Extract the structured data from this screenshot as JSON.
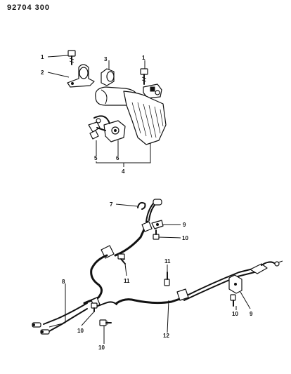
{
  "header": {
    "code": "92704  300"
  },
  "callouts": [
    "1",
    "2",
    "3",
    "1",
    "5",
    "6",
    "4",
    "7",
    "9",
    "10",
    "11",
    "11",
    "8",
    "10",
    "10",
    "12",
    "10",
    "9"
  ]
}
